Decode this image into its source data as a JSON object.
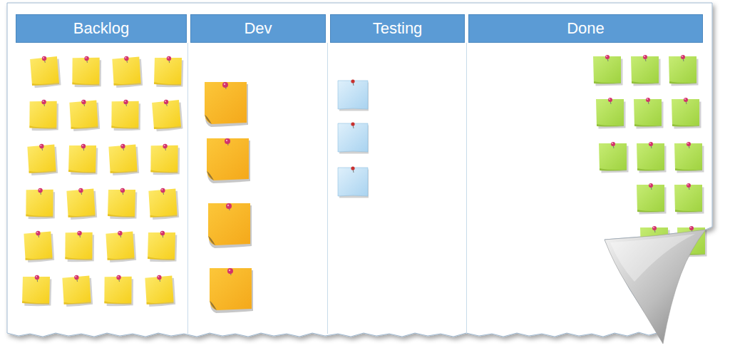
{
  "diagram": {
    "nodes": [
      {
        "text": [
          "Backlog"
        ]
      },
      {
        "text": [
          "Dev"
        ]
      },
      {
        "text": [
          "Testing"
        ]
      },
      {
        "text": [
          "Done"
        ]
      }
    ]
  }
}
